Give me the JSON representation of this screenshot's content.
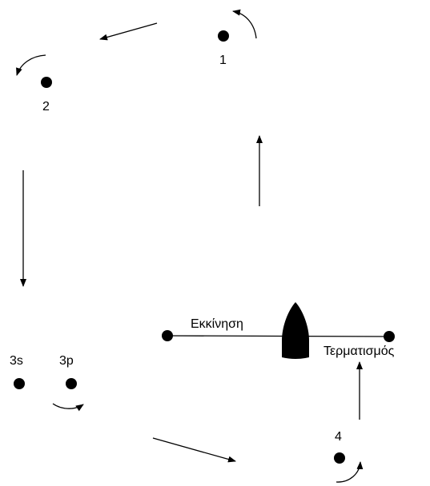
{
  "marks": {
    "m1": "1",
    "m2": "2",
    "m3s": "3s",
    "m3p": "3p",
    "m4": "4"
  },
  "lines": {
    "start": "Εκκίνηση",
    "finish": "Τερματισμός"
  },
  "icons": {
    "boat": "boat-icon",
    "rounding": "curved-arrow-icon",
    "leg": "straight-arrow-icon"
  },
  "colors": {
    "ink": "#000000",
    "background": "#ffffff"
  }
}
